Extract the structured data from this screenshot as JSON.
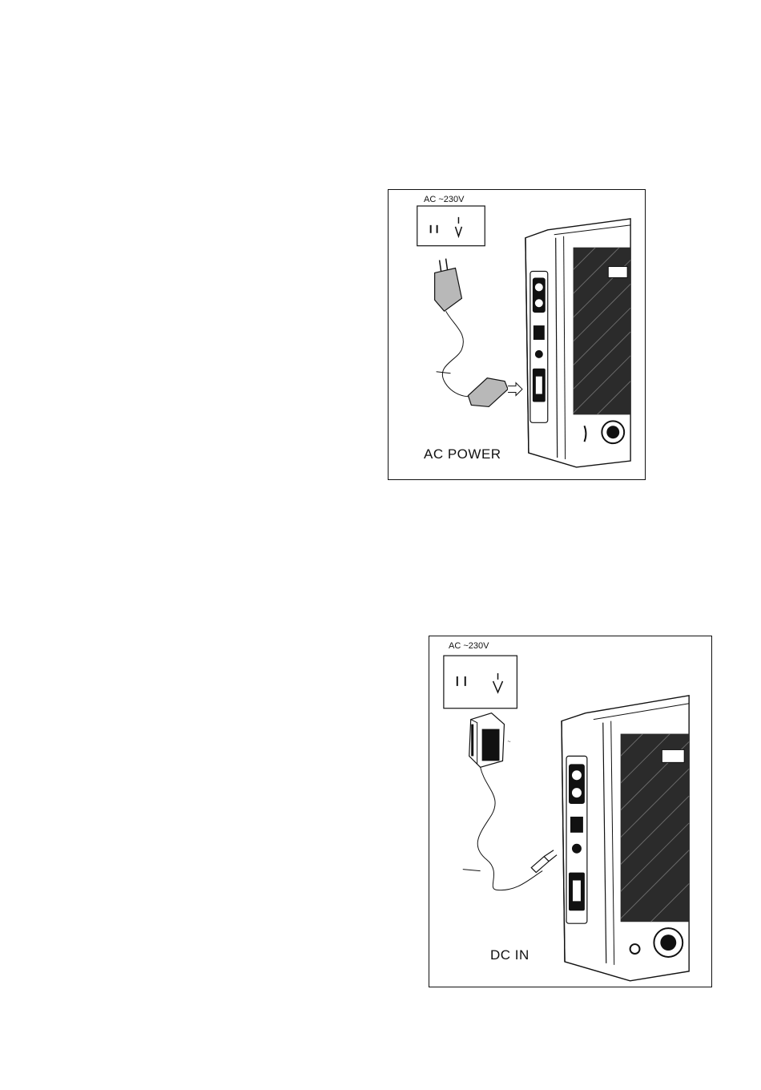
{
  "figures": [
    {
      "outlet_label": "AC ~230V",
      "caption": "AC POWER"
    },
    {
      "outlet_label": "AC ~230V",
      "caption": "DC  IN"
    }
  ]
}
